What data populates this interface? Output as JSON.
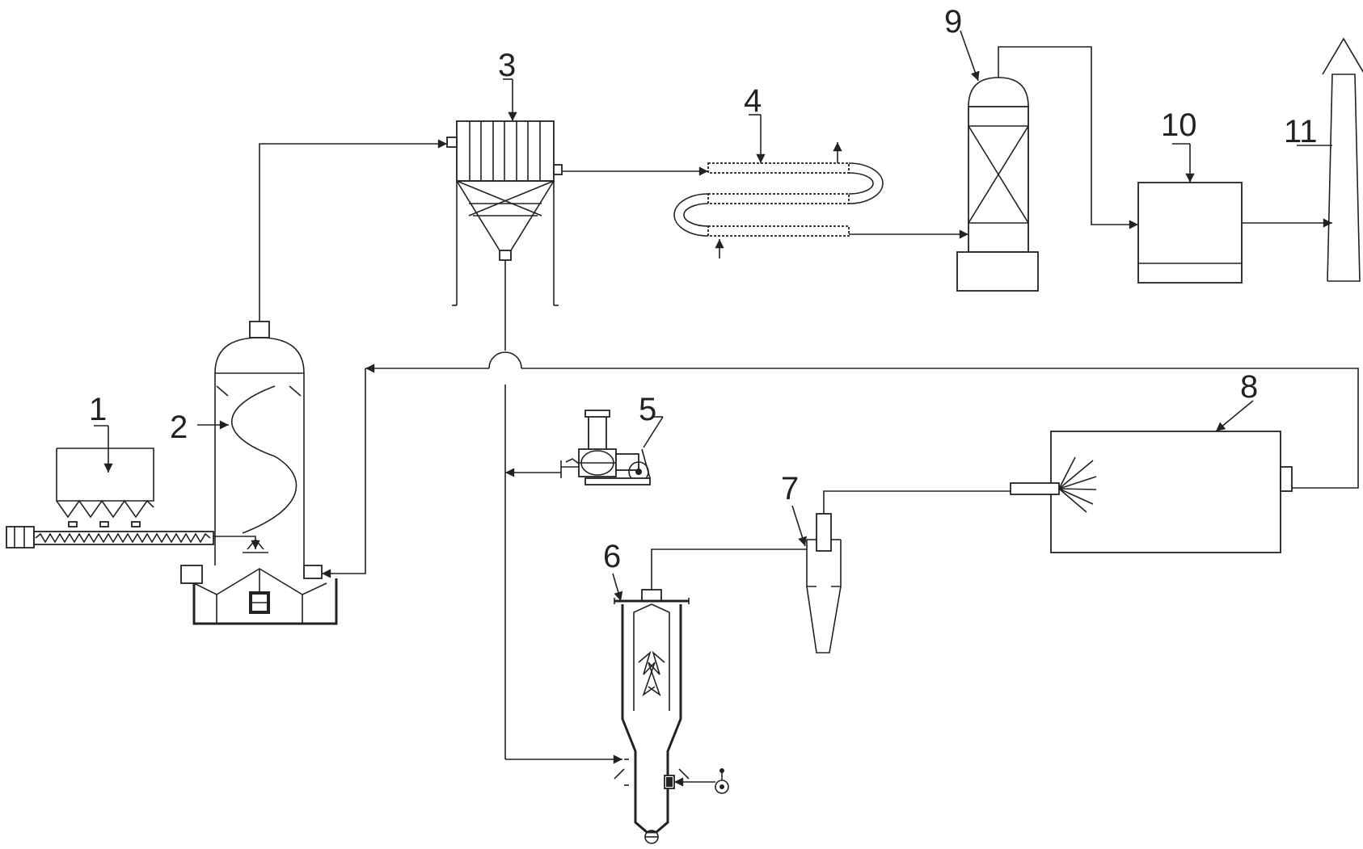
{
  "labels": {
    "l1": "1",
    "l2": "2",
    "l3": "3",
    "l4": "4",
    "l5": "5",
    "l6": "6",
    "l7": "7",
    "l8": "8",
    "l9": "9",
    "l10": "10",
    "l11": "11"
  },
  "colors": {
    "stroke": "#222222",
    "background": "#ffffff"
  }
}
